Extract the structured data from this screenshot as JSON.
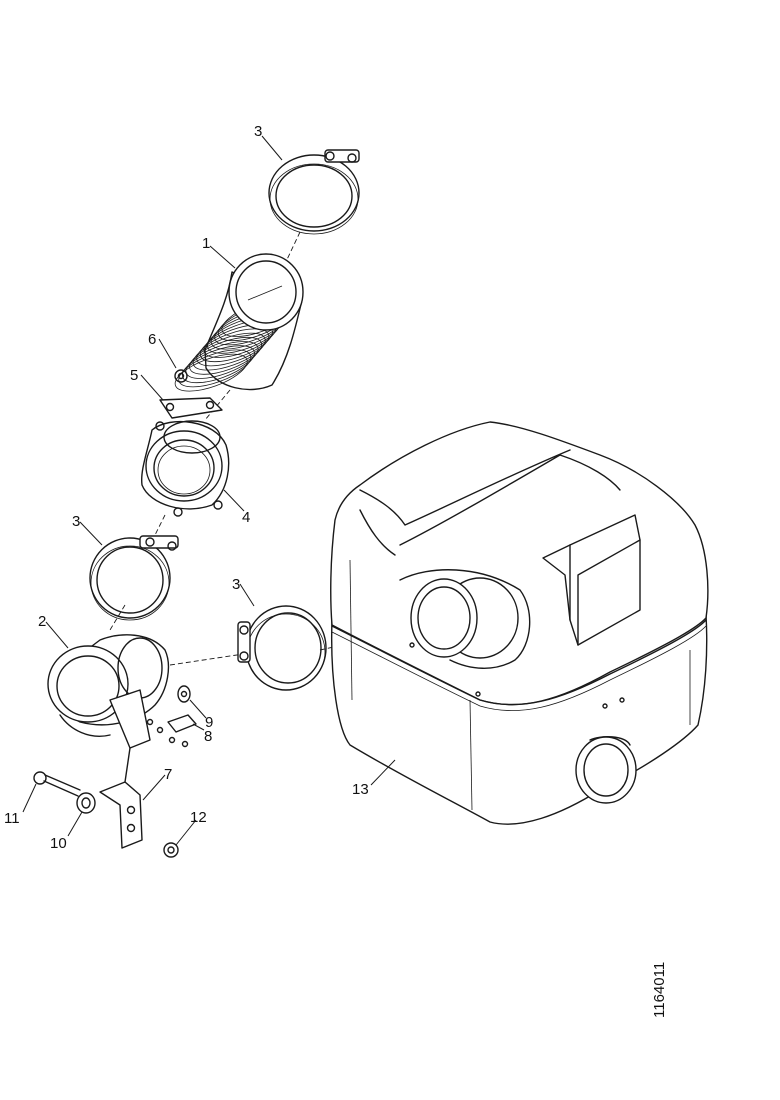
{
  "callouts": {
    "c1": "1",
    "c2": "2",
    "c3a": "3",
    "c3b": "3",
    "c3c": "3",
    "c4": "4",
    "c5": "5",
    "c6": "6",
    "c7": "7",
    "c8": "8",
    "c9": "9",
    "c10": "10",
    "c11": "11",
    "c12": "12",
    "c13": "13"
  },
  "doc_number": "1164011"
}
